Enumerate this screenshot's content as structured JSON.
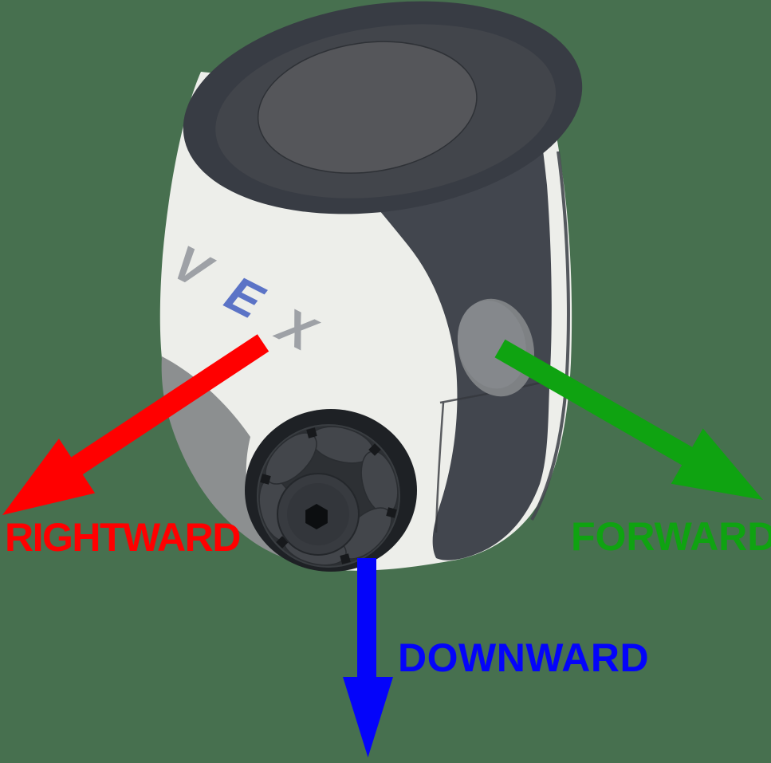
{
  "scene": {
    "background_color": "#47704F"
  },
  "robot": {
    "logo_letters": [
      "V",
      "E",
      "X"
    ],
    "colors": {
      "body_white": "#EDEEEA",
      "side_panel_dark": "#42464E",
      "base_gray": "#8C8F90",
      "top_cap": "#383C44",
      "top_cap_face": "#42454B",
      "top_cap_button": "#55565A",
      "wheel_well": "#1E2125",
      "wheel": "#2D3034",
      "wheel_hub": "#383B40",
      "side_button": "#85888C",
      "logo_gray": "#9EA1A6",
      "logo_blue": "#5B73C6"
    }
  },
  "annotations": {
    "rightward": {
      "label": "RIGHTWARD",
      "color": "#FF0000"
    },
    "forward": {
      "label": "FORWARD",
      "color": "#0FA311"
    },
    "downward": {
      "label": "DOWNWARD",
      "color": "#0404FA"
    }
  }
}
